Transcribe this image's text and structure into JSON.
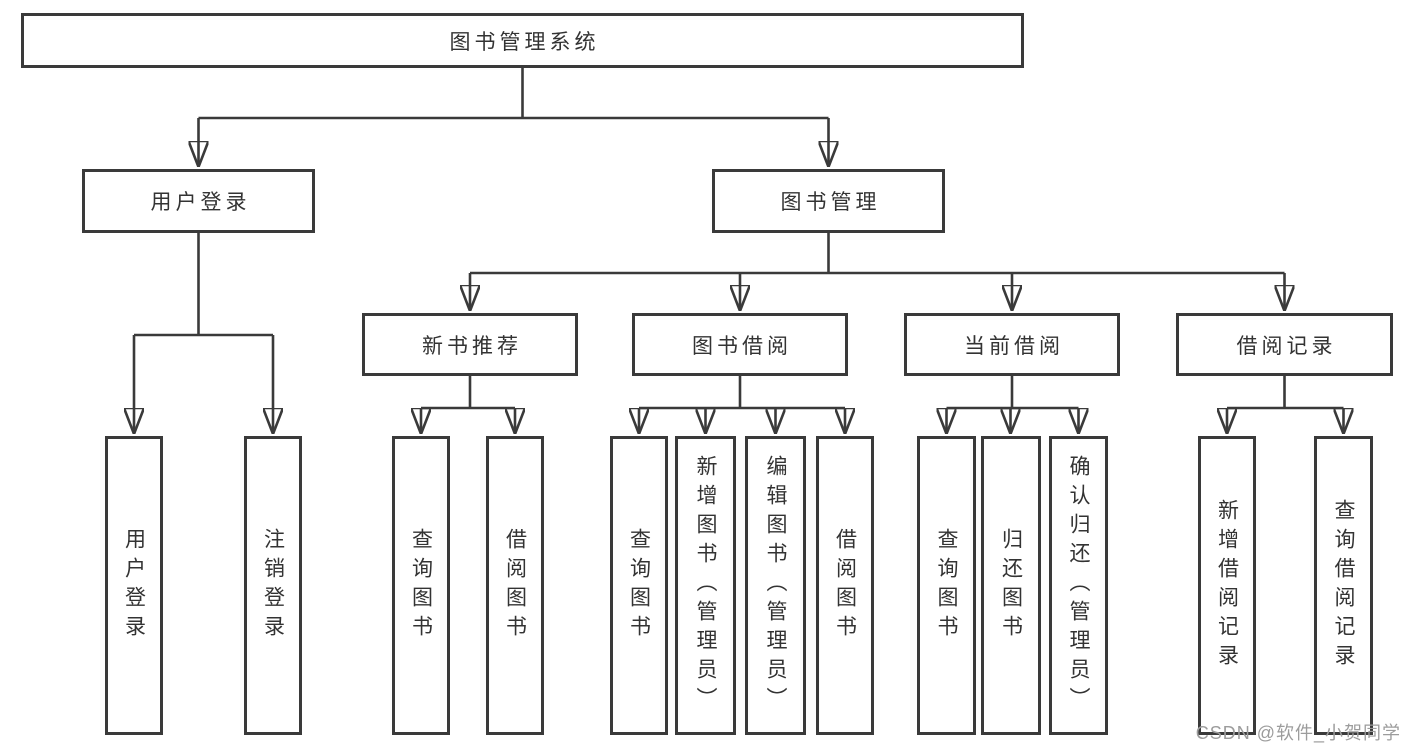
{
  "tree": {
    "root": {
      "label": "图书管理系统",
      "children": [
        {
          "label": "用户登录",
          "children": [
            {
              "label": "用户登录"
            },
            {
              "label": "注销登录"
            }
          ]
        },
        {
          "label": "图书管理",
          "children": [
            {
              "label": "新书推荐",
              "children": [
                {
                  "label": "查询图书"
                },
                {
                  "label": "借阅图书"
                }
              ]
            },
            {
              "label": "图书借阅",
              "children": [
                {
                  "label": "查询图书"
                },
                {
                  "label": "新增图书（管理员）"
                },
                {
                  "label": "编辑图书（管理员）"
                },
                {
                  "label": "借阅图书"
                }
              ]
            },
            {
              "label": "当前借阅",
              "children": [
                {
                  "label": "查询图书"
                },
                {
                  "label": "归还图书"
                },
                {
                  "label": "确认归还（管理员）"
                }
              ]
            },
            {
              "label": "借阅记录",
              "children": [
                {
                  "label": "新增借阅记录"
                },
                {
                  "label": "查询借阅记录"
                }
              ]
            }
          ]
        }
      ]
    }
  },
  "watermark": {
    "text": "CSDN @软件_小贺同学"
  },
  "colors": {
    "line": "#3a3a3a",
    "text": "#333333",
    "watermark": "#9c9c9c",
    "background": "#ffffff"
  }
}
